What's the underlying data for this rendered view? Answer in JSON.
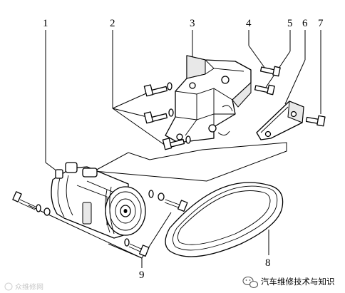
{
  "callouts": [
    "1",
    "2",
    "3",
    "4",
    "5",
    "6",
    "7",
    "8",
    "9"
  ],
  "watermark": {
    "right_text": "汽车维修技术与知识",
    "right_icon": "wechat-icon",
    "left_text": "众维修网"
  }
}
